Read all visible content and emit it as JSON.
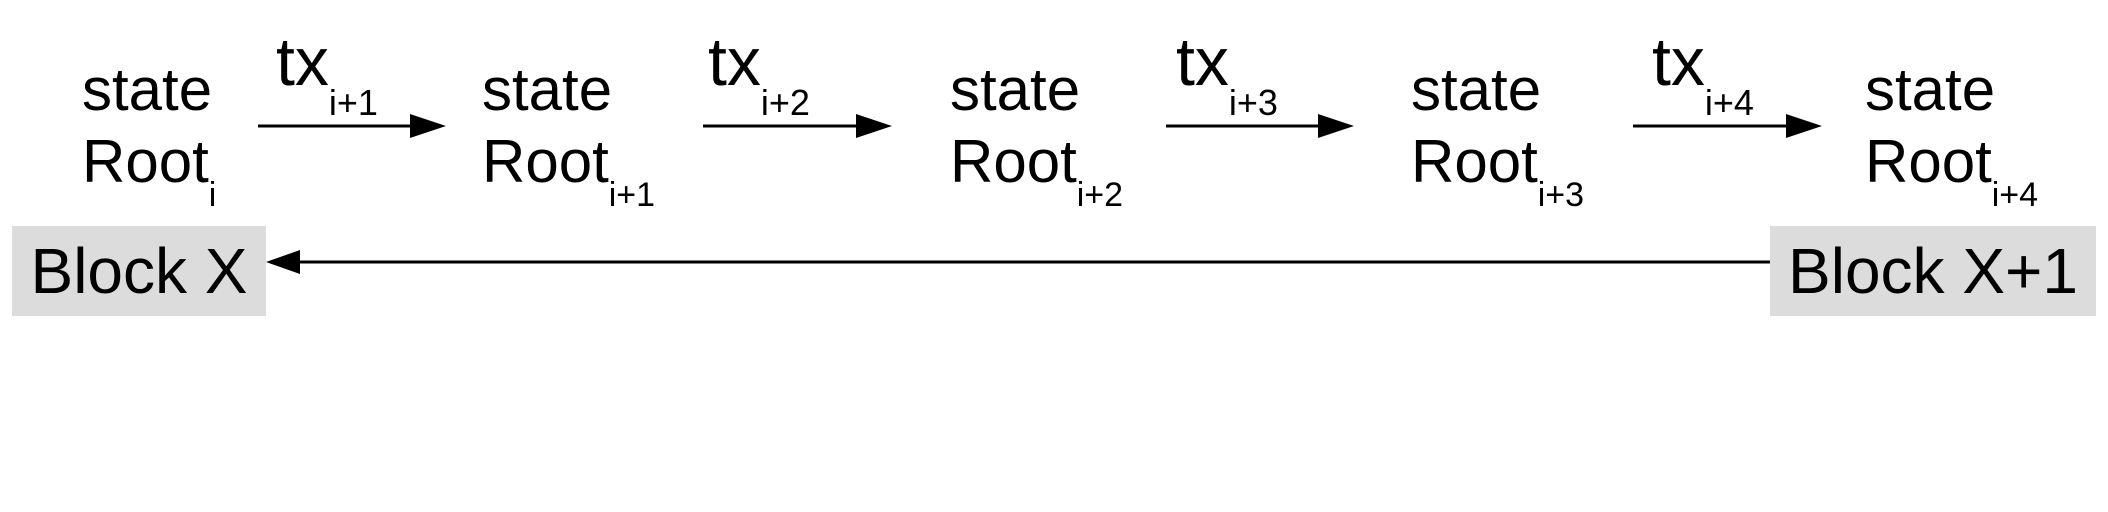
{
  "states": [
    {
      "word": "state",
      "root": "Root",
      "sub": "i"
    },
    {
      "word": "state",
      "root": "Root",
      "sub": "i+1"
    },
    {
      "word": "state",
      "root": "Root",
      "sub": "i+2"
    },
    {
      "word": "state",
      "root": "Root",
      "sub": "i+3"
    },
    {
      "word": "state",
      "root": "Root",
      "sub": "i+4"
    }
  ],
  "transactions": [
    {
      "label": "tx",
      "sub": "i+1"
    },
    {
      "label": "tx",
      "sub": "i+2"
    },
    {
      "label": "tx",
      "sub": "i+3"
    },
    {
      "label": "tx",
      "sub": "i+4"
    }
  ],
  "blocks": [
    {
      "label": "Block X"
    },
    {
      "label": "Block X+1"
    }
  ],
  "colors": {
    "block_fill": "#dcdcdc",
    "stroke": "#000000"
  }
}
